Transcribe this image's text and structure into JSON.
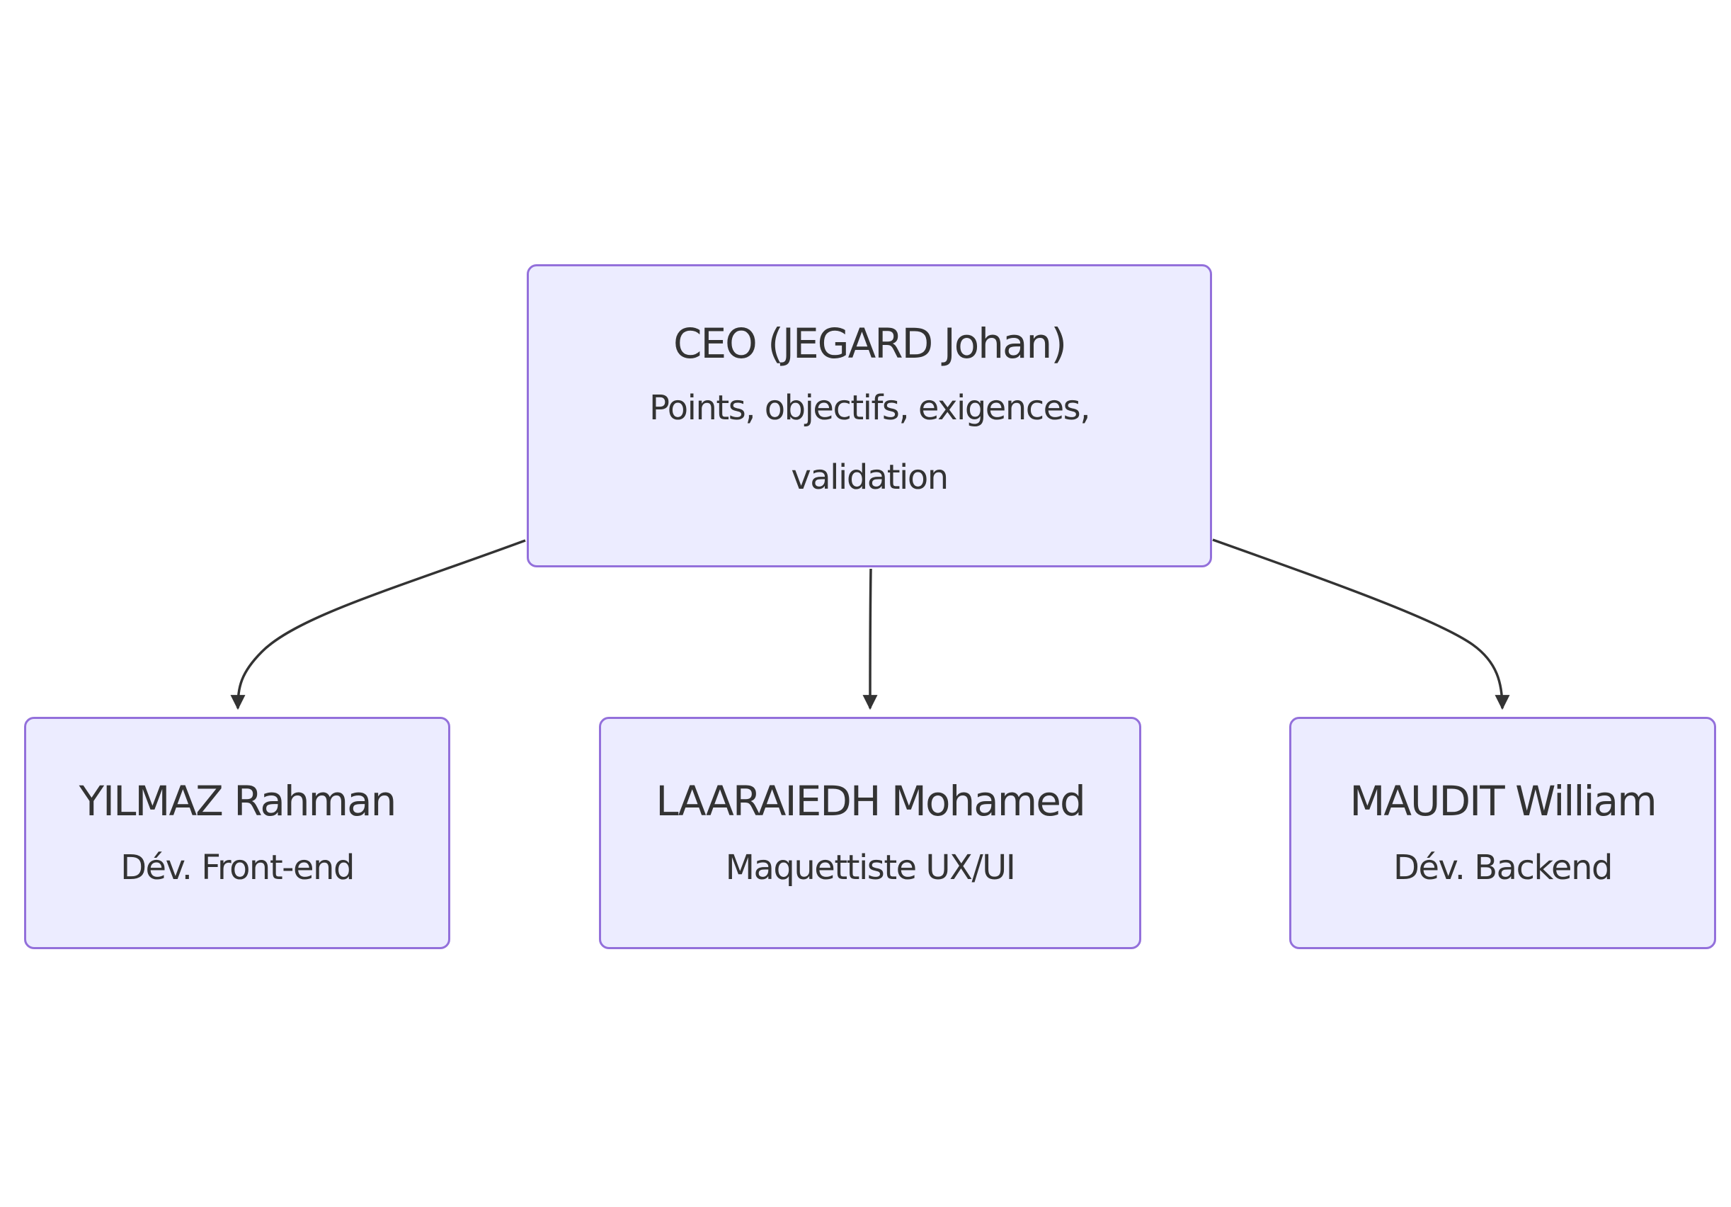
{
  "diagram": {
    "type": "flowchart-top-down",
    "colors": {
      "node_fill": "#ECECFF",
      "node_stroke": "#9370DB",
      "text": "#333333",
      "edge": "#333333",
      "background": "#FFFFFF"
    },
    "nodes": {
      "ceo": {
        "title": "CEO (JEGARD Johan)",
        "subtitle": "Points, objectifs, exigences, validation"
      },
      "yilmaz": {
        "title": "YILMAZ Rahman",
        "subtitle": "Dév. Front-end"
      },
      "laaraiedh": {
        "title": "LAARAIEDH Mohamed",
        "subtitle": "Maquettiste UX/UI"
      },
      "maudit": {
        "title": "MAUDIT William",
        "subtitle": "Dév. Backend"
      }
    },
    "edges": [
      {
        "from": "ceo",
        "to": "yilmaz"
      },
      {
        "from": "ceo",
        "to": "laaraiedh"
      },
      {
        "from": "ceo",
        "to": "maudit"
      }
    ]
  }
}
